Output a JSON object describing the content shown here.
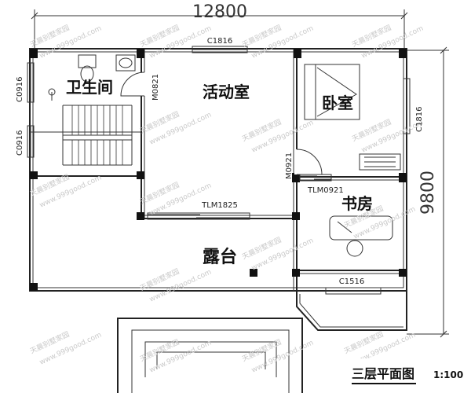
{
  "dimensions": {
    "width_total": "12800",
    "height_total": "9800"
  },
  "rooms": {
    "bathroom": "卫生间",
    "activity_room": "活动室",
    "bedroom": "卧室",
    "study": "书房",
    "terrace": "露台"
  },
  "labels": {
    "window_top": "C1816",
    "window_bath": "C0916",
    "window_stair": "C0916",
    "door_bath": "M0821",
    "window_bedroom": "C1816",
    "door_bedroom": "M0921",
    "sliding_terrace": "TLM1825",
    "sliding_study": "TLM0921",
    "window_study": "C1516"
  },
  "title": {
    "text": "三层平面图",
    "scale": "1:100"
  },
  "watermark": {
    "brand": "天晨别墅家园",
    "url": "www.999good.com"
  }
}
